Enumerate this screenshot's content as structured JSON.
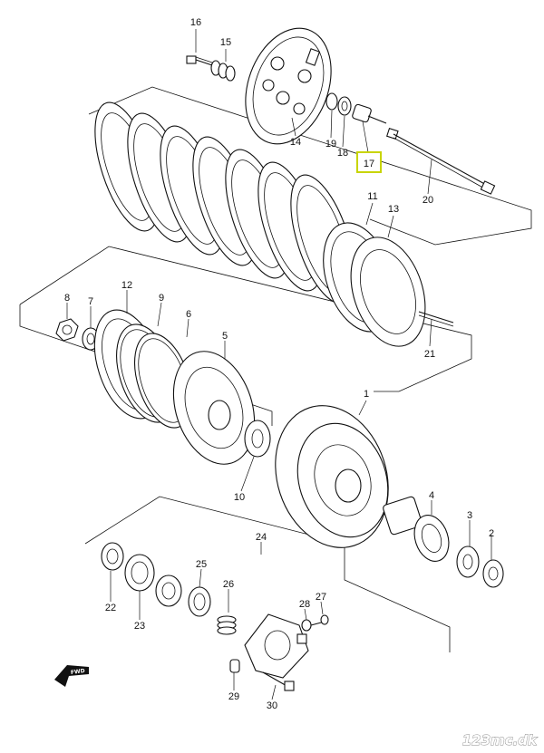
{
  "diagram": {
    "labels": {
      "p1": "1",
      "p2": "2",
      "p3": "3",
      "p4": "4",
      "p5": "5",
      "p6": "6",
      "p7": "7",
      "p8": "8",
      "p9": "9",
      "p10": "10",
      "p11": "11",
      "p12": "12",
      "p13": "13",
      "p14": "14",
      "p15": "15",
      "p16": "16",
      "p17": "17",
      "p18": "18",
      "p19": "19",
      "p20": "20",
      "p21": "21",
      "p22": "22",
      "p23": "23",
      "p24": "24",
      "p25": "25",
      "p26": "26",
      "p27": "27",
      "p28": "28",
      "p29": "29",
      "p30": "30"
    },
    "highlighted_part": "17",
    "highlight_color": "#c8d400",
    "direction_badge": "FWD",
    "watermark": "123mc.dk"
  }
}
